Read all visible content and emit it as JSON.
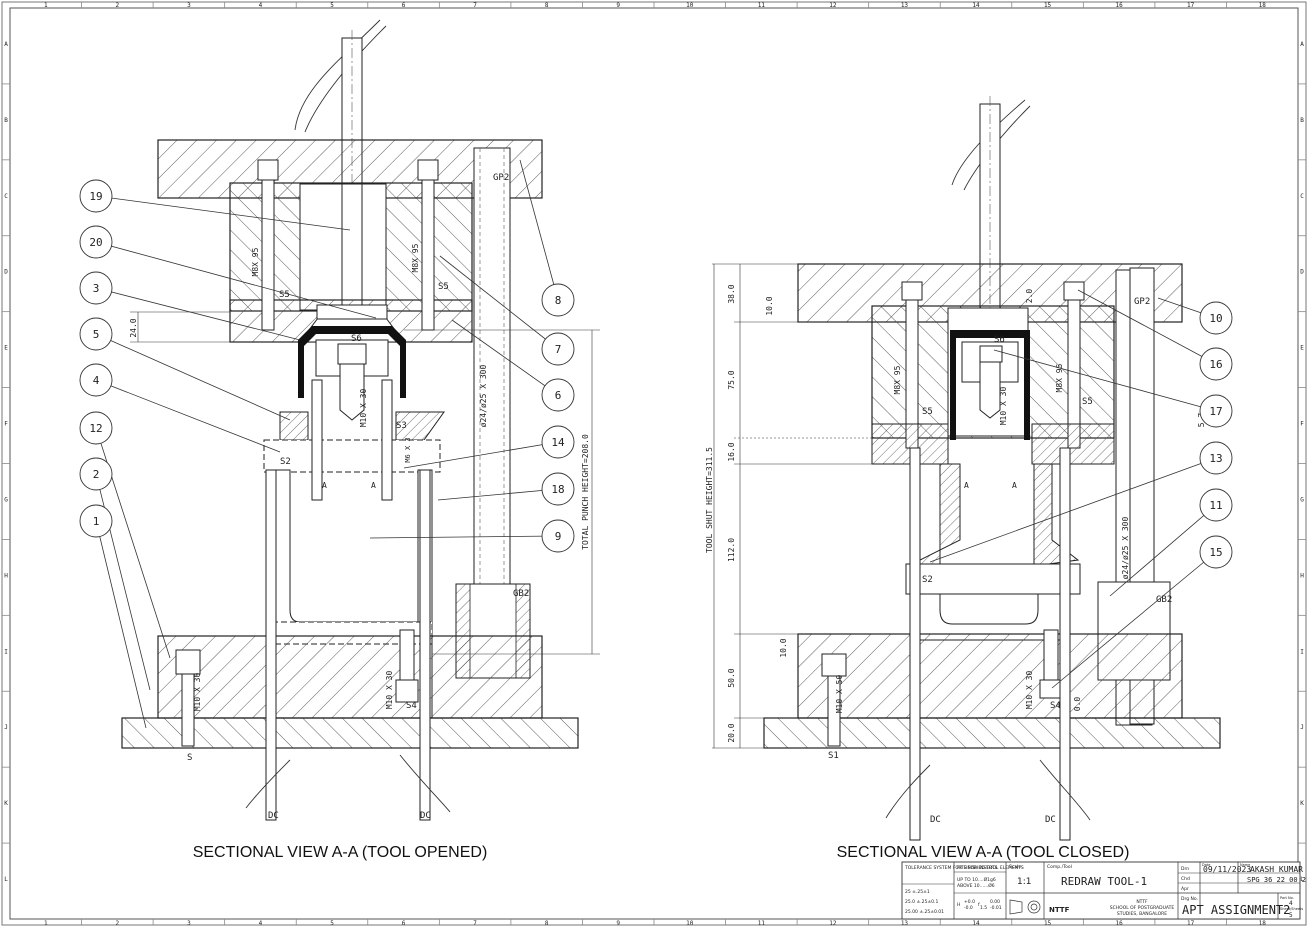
{
  "border": {
    "top_columns": [
      "1",
      "2",
      "3",
      "4",
      "5",
      "6",
      "7",
      "8",
      "9",
      "10",
      "11",
      "12",
      "13",
      "14",
      "15",
      "16",
      "17",
      "18"
    ],
    "side_rows": [
      "A",
      "B",
      "C",
      "D",
      "E",
      "F",
      "G",
      "H",
      "I",
      "J",
      "K",
      "L"
    ]
  },
  "left_view": {
    "caption": "SECTIONAL VIEW A-A (TOOL OPENED)",
    "balloons": [
      "19",
      "20",
      "3",
      "5",
      "4",
      "12",
      "2",
      "1",
      "8",
      "7",
      "6",
      "14",
      "18",
      "9"
    ],
    "labels": {
      "gp": "GP2",
      "gb": "GB2",
      "s5a": "S5",
      "s5b": "S5",
      "s6": "S6",
      "s2": "S2",
      "s3": "S3",
      "s4": "S4",
      "s1": "S",
      "a1": "A",
      "a2": "A",
      "dc1": "DC",
      "dc2": "DC",
      "m8a": "M8X 95",
      "m8b": "M8X 95",
      "m10a": "M10 X 30",
      "m6": "M6 X 3",
      "m10b": "M10 X 30",
      "m10c": "M10 X 30",
      "pillar": "ø24/ø25 X 300",
      "punch_height": "TOTAL PUNCH HEIGHT=208.0",
      "dim24": "24.0"
    }
  },
  "right_view": {
    "caption": "SECTIONAL VIEW A-A (TOOL CLOSED)",
    "balloons": [
      "10",
      "16",
      "17",
      "13",
      "11",
      "15"
    ],
    "labels": {
      "gp": "GP2",
      "gb": "GB2",
      "s5a": "S5",
      "s5b": "S5",
      "s6": "S6",
      "s2": "S2",
      "s4": "S4",
      "s1": "S1",
      "a1": "A",
      "a2": "A",
      "dc1": "DC",
      "dc2": "DC",
      "m8a": "M8X 95",
      "m8b": "M8X 95",
      "m10a": "M10 X 30",
      "m10b": "M10 X 50",
      "m10c": "M10 X 30",
      "pillar": "ø24/ø25 X 300",
      "shut_height": "TOOL SHUT HEIGHT=311.5",
      "dims": [
        "38.0",
        "10.0",
        "75.0",
        "16.0",
        "112.0",
        "10.0",
        "50.0",
        "20.0"
      ],
      "dim_small": [
        "2.0",
        "5.7",
        "0.0"
      ]
    }
  },
  "title_block": {
    "tolerance_title": "TOLERANCE SYSTEM FOR FINISHED TOOL ELEMENTS",
    "tolerance_rows": [
      "25   ±.25±1",
      "25.0   ±.25±0.1",
      "25.00   ±.25±0.01"
    ],
    "fits_title": "FITS FOR INSERTS",
    "fits_rows": [
      "UP TO 10....Ø1g6",
      "ABOVE 10......Ø6"
    ],
    "fits_table": [
      "H",
      "+0.0",
      "f",
      "0.00",
      "-0.0",
      "1.5",
      "-0.01"
    ],
    "scale_label": "Scale",
    "scale_value": "1:1",
    "comp_label": "Comp./Tool",
    "comp_value": "REDRAW TOOL-1",
    "drn_label": "Drn",
    "chd_label": "Chd",
    "apd_label": "Apr",
    "date_label": "Date",
    "date_value": "09/11/2023",
    "name_label": "Name",
    "name_value": "AKASH KUMAR N",
    "id_value": "SPG 36 22 00 2",
    "org_name": "NTTF",
    "org_line1": "SCHOOL OF POSTGRADUATE",
    "org_line2": "STUDIES, BANGALORE",
    "dwg_label": "Drg No.",
    "dwg_value": "APT ASSIGNMENT2",
    "sheet_label": "Part No.",
    "sheet_value": "4",
    "sheet_no_label": "Sheet/Sheets",
    "sheet_no_value": "5"
  }
}
